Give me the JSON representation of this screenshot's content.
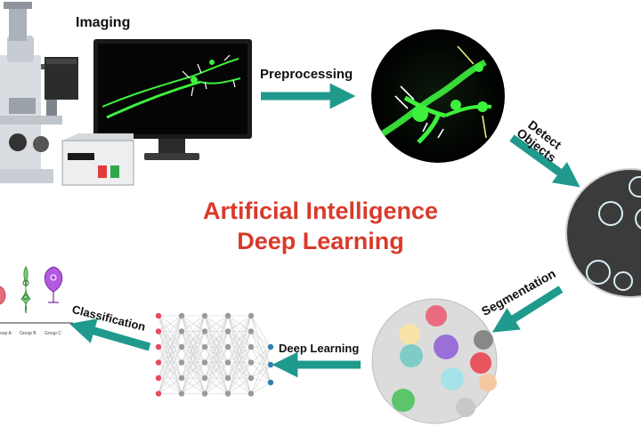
{
  "title": {
    "line1": "Artificial Intelligence",
    "line2": "Deep Learning"
  },
  "steps": {
    "imaging": "Imaging",
    "preprocessing": "Preprocessing",
    "detect_line1": "Detect",
    "detect_line2": "Objects",
    "segmentation": "Segmentation",
    "deep_learning": "Deep Learning",
    "classification": "Classification"
  },
  "groups": [
    "oup A",
    "Group B",
    "Group C"
  ],
  "colors": {
    "arrow": "#1f9a8c",
    "title": "#d93a2b",
    "fluorescence": "#3df13d",
    "detect_disk": "#3b3b3b",
    "seg_disk": "#dcdcdc",
    "node_input": "#e64b5c",
    "node_hidden": "#9a9a9a",
    "node_output": "#2f7fb0"
  },
  "segment_colors": [
    "#e86b7f",
    "#f7e3a8",
    "#9b6fd8",
    "#7fcbc8",
    "#888888",
    "#e8555e",
    "#a6e3e8",
    "#f5c8a0",
    "#5cc46b",
    "#c8c8c8"
  ],
  "icons": [
    "microscope-icon",
    "monitor-icon",
    "power-supply-icon",
    "fluorescence-image-icon",
    "detected-objects-disk-icon",
    "segmentation-disk-icon",
    "neural-network-icon",
    "violin-plot-icon"
  ]
}
